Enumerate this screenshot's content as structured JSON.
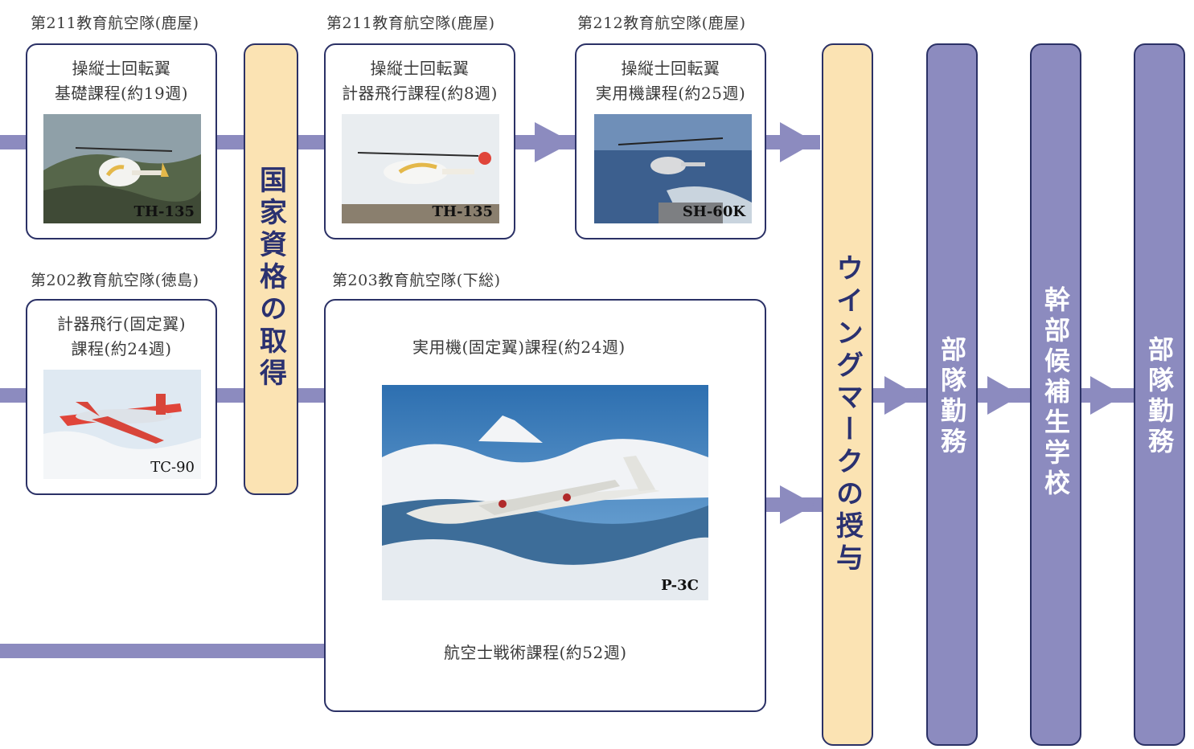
{
  "units": {
    "u211_a": "第211教育航空隊(鹿屋)",
    "u211_b": "第211教育航空隊(鹿屋)",
    "u212": "第212教育航空隊(鹿屋)",
    "u202": "第202教育航空隊(徳島)",
    "u203": "第203教育航空隊(下総)"
  },
  "courses": {
    "rotary_basic": [
      "操縦士回転翼",
      "基礎課程(約19週)"
    ],
    "rotary_instrument": [
      "操縦士回転翼",
      "計器飛行課程(約8週)"
    ],
    "rotary_practical": [
      "操縦士回転翼",
      "実用機課程(約25週)"
    ],
    "fixed_instrument": [
      "計器飛行(固定翼)",
      "課程(約24週)"
    ],
    "fixed_practical": "実用機(固定翼)課程(約24週)",
    "aircrew_tactics": "航空士戦術課程(約52週)"
  },
  "aircraft": {
    "th135_a": "TH-135",
    "th135_b": "TH-135",
    "sh60k": "SH-60K",
    "tc90": "TC-90",
    "p3c": "P-3C"
  },
  "milestones": {
    "license": "国家資格の取得",
    "wing_mark": "ウイングマークの授与",
    "unit_duty_1": "部隊勤務",
    "officer_school": "幹部候補生学校",
    "unit_duty_2": "部隊勤務"
  },
  "colors": {
    "flow": "#8c8bbf",
    "border": "#2b3166",
    "cream": "#fbe3b3",
    "text_dark": "#2a3170"
  }
}
